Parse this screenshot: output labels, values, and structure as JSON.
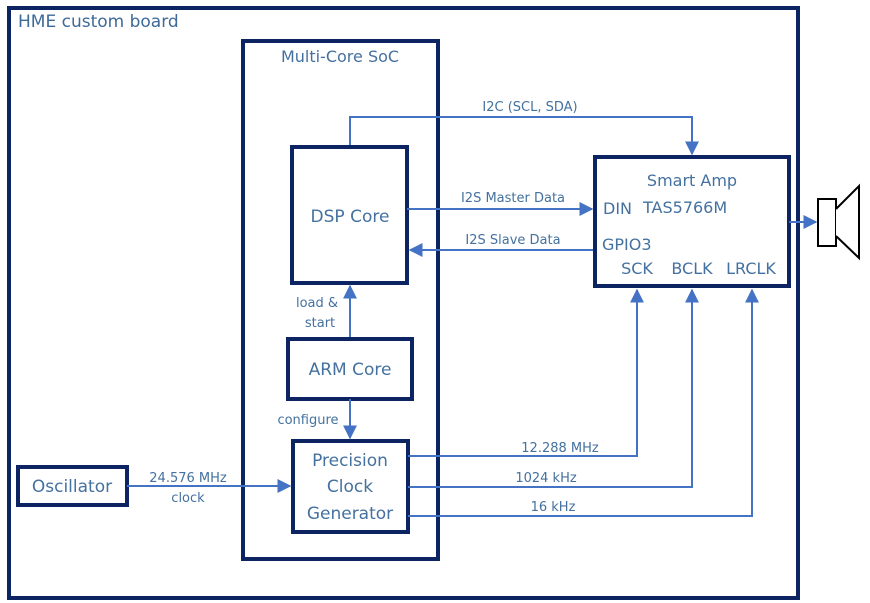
{
  "diagram": {
    "board_title": "HME custom board",
    "soc_title": "Multi-Core SoC",
    "blocks": {
      "dsp_core": "DSP Core",
      "arm_core": "ARM Core",
      "clock_gen": [
        "Precision",
        "Clock",
        "Generator"
      ],
      "oscillator": "Oscillator",
      "smart_amp_title": "Smart Amp",
      "smart_amp_part": "TAS5766M"
    },
    "amp_pins": {
      "din": "DIN",
      "gpio3": "GPIO3",
      "sck": "SCK",
      "bclk": "BCLK",
      "lrclk": "LRCLK"
    },
    "connections": {
      "i2c": "I2C (SCL, SDA)",
      "i2s_master": "I2S Master Data",
      "i2s_slave": "I2S Slave Data",
      "load_start": [
        "load &",
        "start"
      ],
      "configure": "configure",
      "osc_clock": [
        "24.576 MHz",
        "clock"
      ],
      "sck_freq": "12.288 MHz",
      "bclk_freq": "1024 kHz",
      "lrclk_freq": "16 kHz"
    },
    "speaker_icon": "speaker-icon",
    "colors": {
      "box_border": "#0c2462",
      "wire": "#4472c4",
      "text": "#44719f"
    }
  }
}
